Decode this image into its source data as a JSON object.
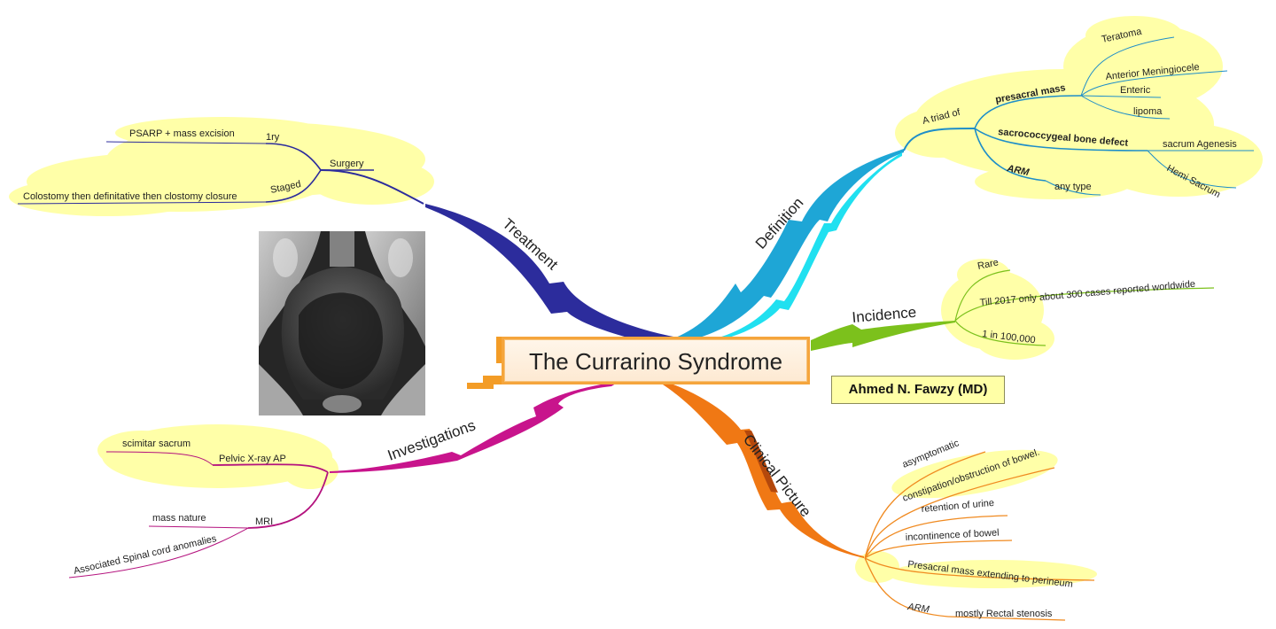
{
  "title": "The Currarino Syndrome",
  "author": "Ahmed N. Fawzy (MD)",
  "colors": {
    "definition": "#1ea6d6",
    "incidence": "#7cc11c",
    "clinical": "#f07814",
    "investigations": "#c8148c",
    "treatment": "#2c2c9c",
    "bubble": "#ffffa8",
    "accent": "#f5a53c"
  },
  "branches": {
    "treatment": {
      "label": "Treatment",
      "surgery": "Surgery",
      "primary": "1ry",
      "primary_detail": "PSARP + mass excision",
      "staged": "Staged",
      "staged_detail": "Colostomy then definitative then clostomy closure"
    },
    "definition": {
      "label": "Definition",
      "triad": "A triad of",
      "presacral": "presacral mass",
      "presacral_items": [
        "Teratoma",
        "Anterior Meningiocele",
        "Enteric",
        "lipoma"
      ],
      "bone": "sacrococcygeal bone defect",
      "bone_items": [
        "sacrum Agenesis",
        "Hemi Sacrum"
      ],
      "arm": "ARM",
      "arm_item": "any type"
    },
    "incidence": {
      "label": "Incidence",
      "items": [
        "Rare",
        "Till 2017 only about 300 cases reported worldwide",
        "1 in 100,000"
      ]
    },
    "investigations": {
      "label": "Investigations",
      "xray": "Pelvic X-ray AP",
      "xray_item": "scimitar sacrum",
      "mri": "MRI",
      "mri_items": [
        "mass nature",
        "Associated Spinal cord anomalies"
      ]
    },
    "clinical": {
      "label": "Clinical Picture",
      "items": [
        "asymptomatic",
        "constipation/obstruction of bowel.",
        "retention of urine",
        "incontinence of bowel",
        "Presacral mass extending to perineum"
      ],
      "arm": "ARM",
      "arm_item": "mostly Rectal stenosis"
    }
  },
  "image": {
    "subject": "pelvic-xray"
  }
}
